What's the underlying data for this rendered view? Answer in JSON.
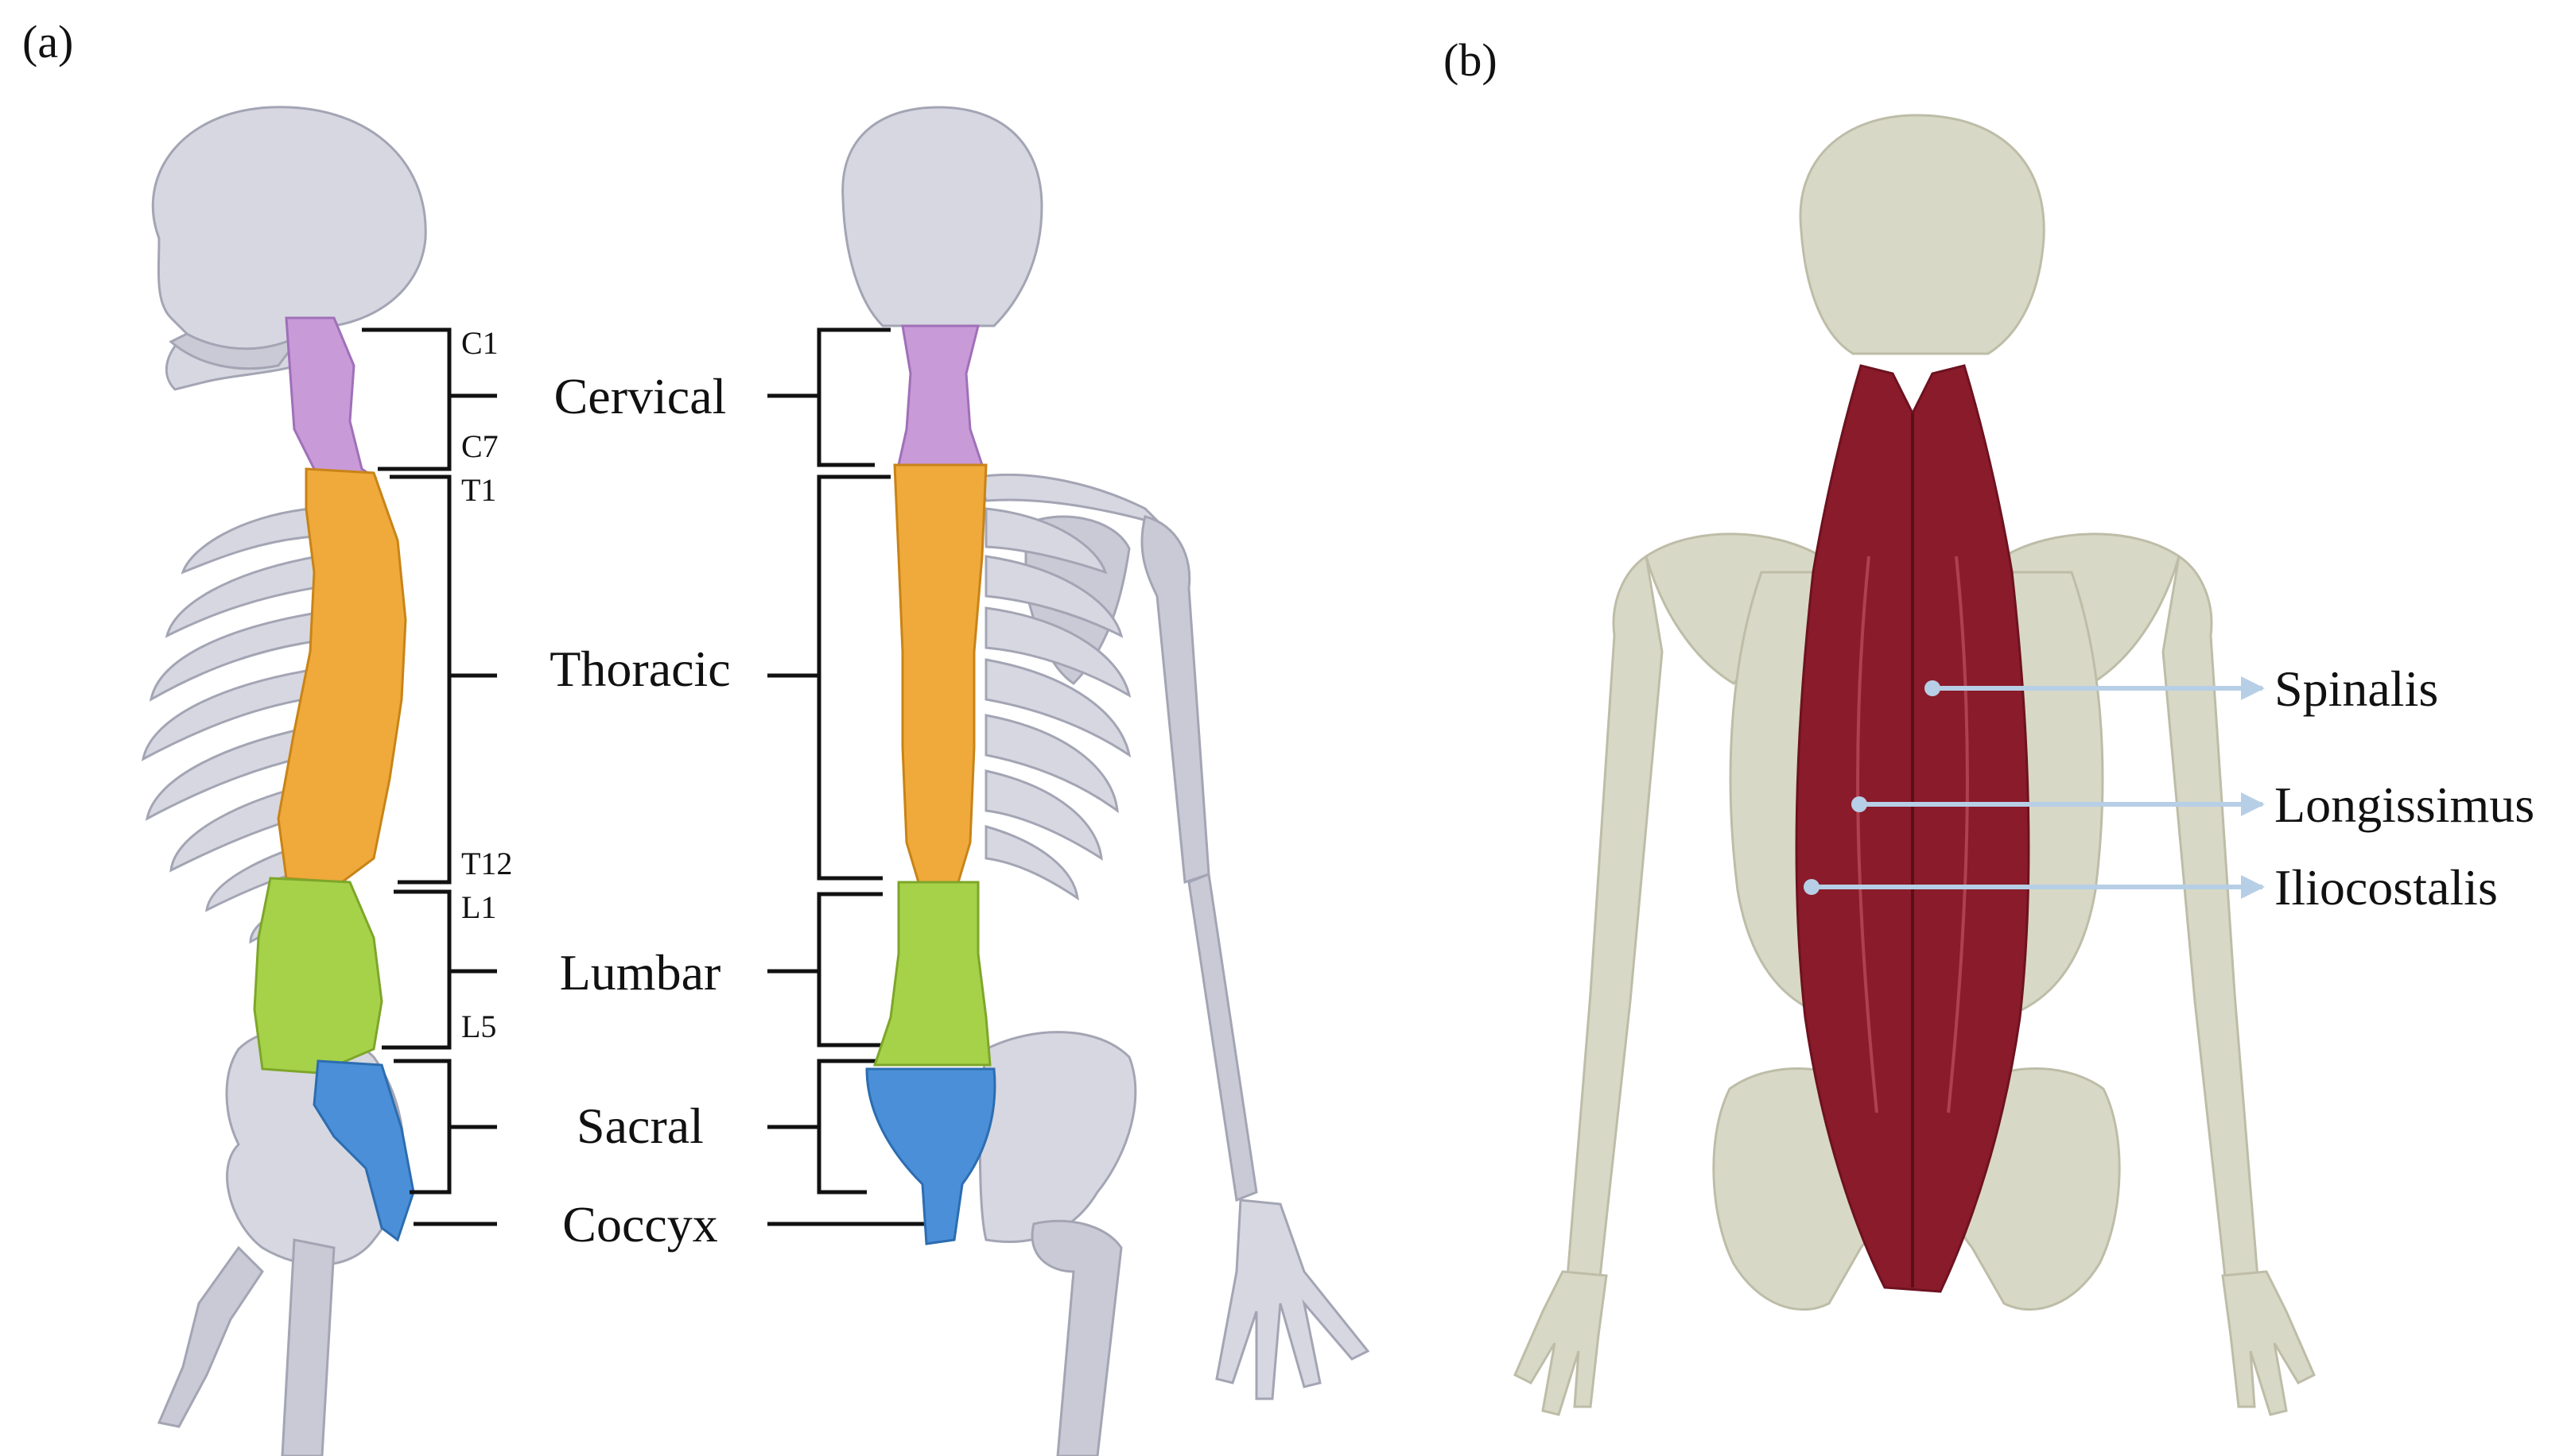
{
  "panels": {
    "a": "(a)",
    "b": "(b)"
  },
  "regions": {
    "cervical": "Cervical",
    "thoracic": "Thoracic",
    "lumbar": "Lumbar",
    "sacral": "Sacral",
    "coccyx": "Coccyx"
  },
  "vertebrae": {
    "c1": "C1",
    "c7": "C7",
    "t1": "T1",
    "t12": "T12",
    "l1": "L1",
    "l5": "L5"
  },
  "muscles": {
    "spinalis": "Spinalis",
    "longissimus": "Longissimus",
    "iliocostalis": "Iliocostalis"
  },
  "colors": {
    "cervical": "#c89ad8",
    "thoracic": "#f0a93b",
    "lumbar": "#a6d24a",
    "sacral": "#4a8fd8",
    "muscle": "#8a1b2a",
    "bone": "#c9cad6",
    "pale_bone": "#d8d8c6",
    "arrow": "#b7cfe6"
  }
}
